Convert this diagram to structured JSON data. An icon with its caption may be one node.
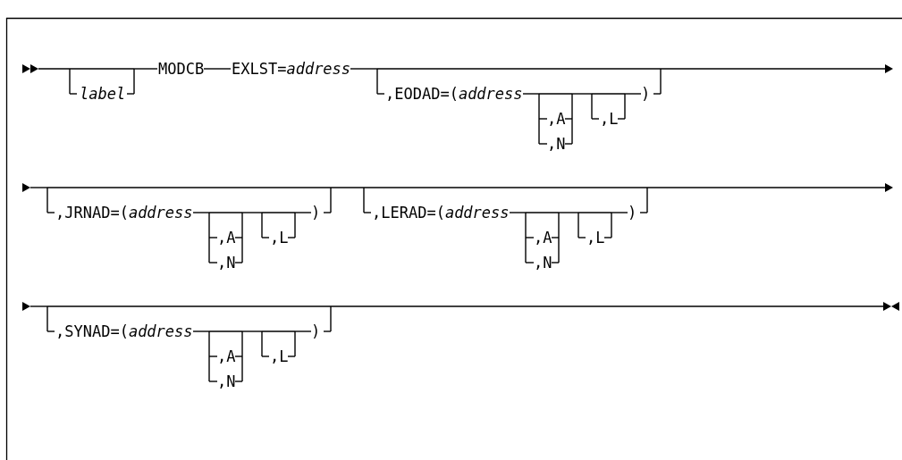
{
  "diagram": {
    "labels": [
      "label",
      "MODCB",
      "EXLST=*address*",
      ",EODAD=(*address*",
      ",A",
      ",N",
      ",L",
      ")",
      ",JRNAD=(*address*",
      ",A",
      ",N",
      ",L",
      ")",
      ",LERAD=(*address*",
      ",A",
      ",N",
      ",L",
      ")",
      ",SYNAD=(*address*",
      ",A",
      ",N",
      ",L",
      ")"
    ]
  }
}
